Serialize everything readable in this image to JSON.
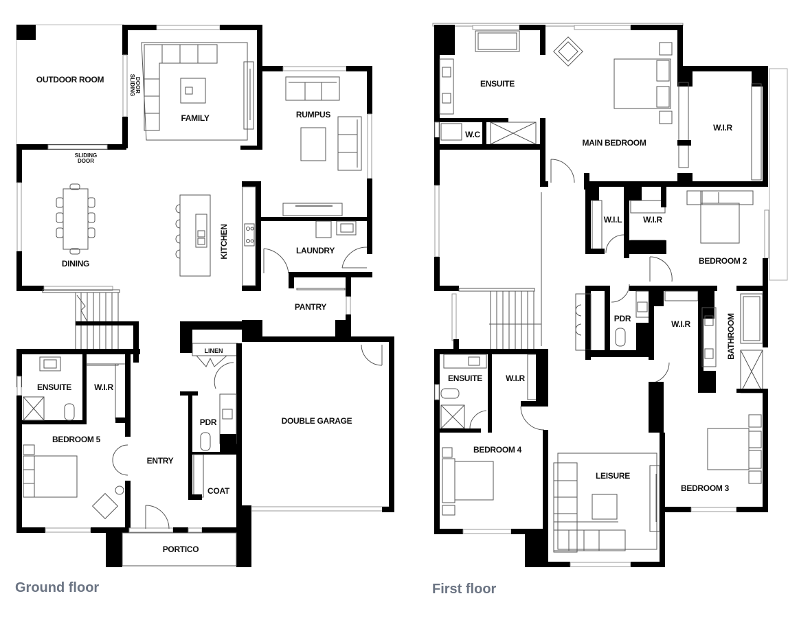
{
  "ground_floor": {
    "title": "Ground floor",
    "rooms": {
      "outdoor_room": "OUTDOOR ROOM",
      "family": "FAMILY",
      "rumpus": "RUMPUS",
      "dining": "DINING",
      "kitchen": "KITCHEN",
      "laundry": "LAUNDRY",
      "pantry": "PANTRY",
      "linen": "LINEN",
      "ensuite": "ENSUITE",
      "wir": "W.I.R",
      "bedroom5": "BEDROOM 5",
      "entry": "ENTRY",
      "pdr": "PDR",
      "coat": "COAT",
      "double_garage": "DOUBLE GARAGE",
      "portico": "PORTICO"
    },
    "annotations": {
      "sliding_door_1_line1": "SLIDING",
      "sliding_door_1_line2": "DOOR",
      "sliding_door_2_line1": "SLIDING",
      "sliding_door_2_line2": "DOOR"
    }
  },
  "first_floor": {
    "title": "First floor",
    "rooms": {
      "ensuite_main": "ENSUITE",
      "wc": "W.C",
      "main_bedroom": "MAIN BEDROOM",
      "wir_main": "W.I.R",
      "wil": "W.I.L",
      "wir_bed2": "W.I.R",
      "bedroom2": "BEDROOM 2",
      "pdr": "PDR",
      "wir_bed3": "W.I.R",
      "bathroom": "BATHROOM",
      "ensuite_bed4": "ENSUITE",
      "wir_bed4": "W.I.R",
      "bedroom4": "BEDROOM 4",
      "leisure": "LEISURE",
      "bedroom3": "BEDROOM 3"
    }
  }
}
